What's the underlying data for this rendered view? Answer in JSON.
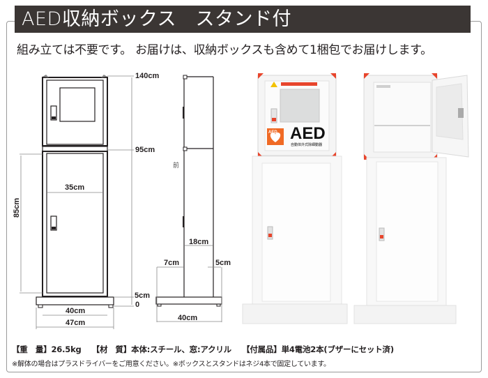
{
  "header": {
    "title": "AED収納ボックス　スタンド付",
    "subtitle": "組み立ては不要です。 お届けは、収納ボックスも含めて1梱包でお届けします。"
  },
  "front_diagram": {
    "labels": {
      "height_total": "140cm",
      "height_box_bottom": "95cm",
      "stand_height": "85cm",
      "inner_width": "35cm",
      "base_height": "5cm",
      "zero": "0",
      "base_inner_width": "40cm",
      "base_outer_width": "47cm"
    }
  },
  "side_diagram": {
    "labels": {
      "front_marker": "前",
      "depth": "18cm",
      "front_offset": "7cm",
      "rear_offset": "5cm",
      "base_depth": "40cm"
    }
  },
  "photos": {
    "closed": {
      "aed_badge": "AED",
      "aed_large": "AED",
      "aed_caption": "自動体外式除細動器"
    },
    "open": {}
  },
  "specs": {
    "line1": "【重　量】26.5kg　 【材　質】本体:スチール、窓:アクリル　 【付属品】単4電池2本(ブザーにセット済)",
    "line2": "※解体の場合はプラスドライバーをご用意ください。※ボックスとスタンドはネジ4本で固定しています。"
  },
  "colors": {
    "title_bg": "#3b3634",
    "frame_border": "#9a9a9a",
    "accent_red": "#e8452c",
    "aed_orange": "#f06a25",
    "line": "#231f20"
  }
}
